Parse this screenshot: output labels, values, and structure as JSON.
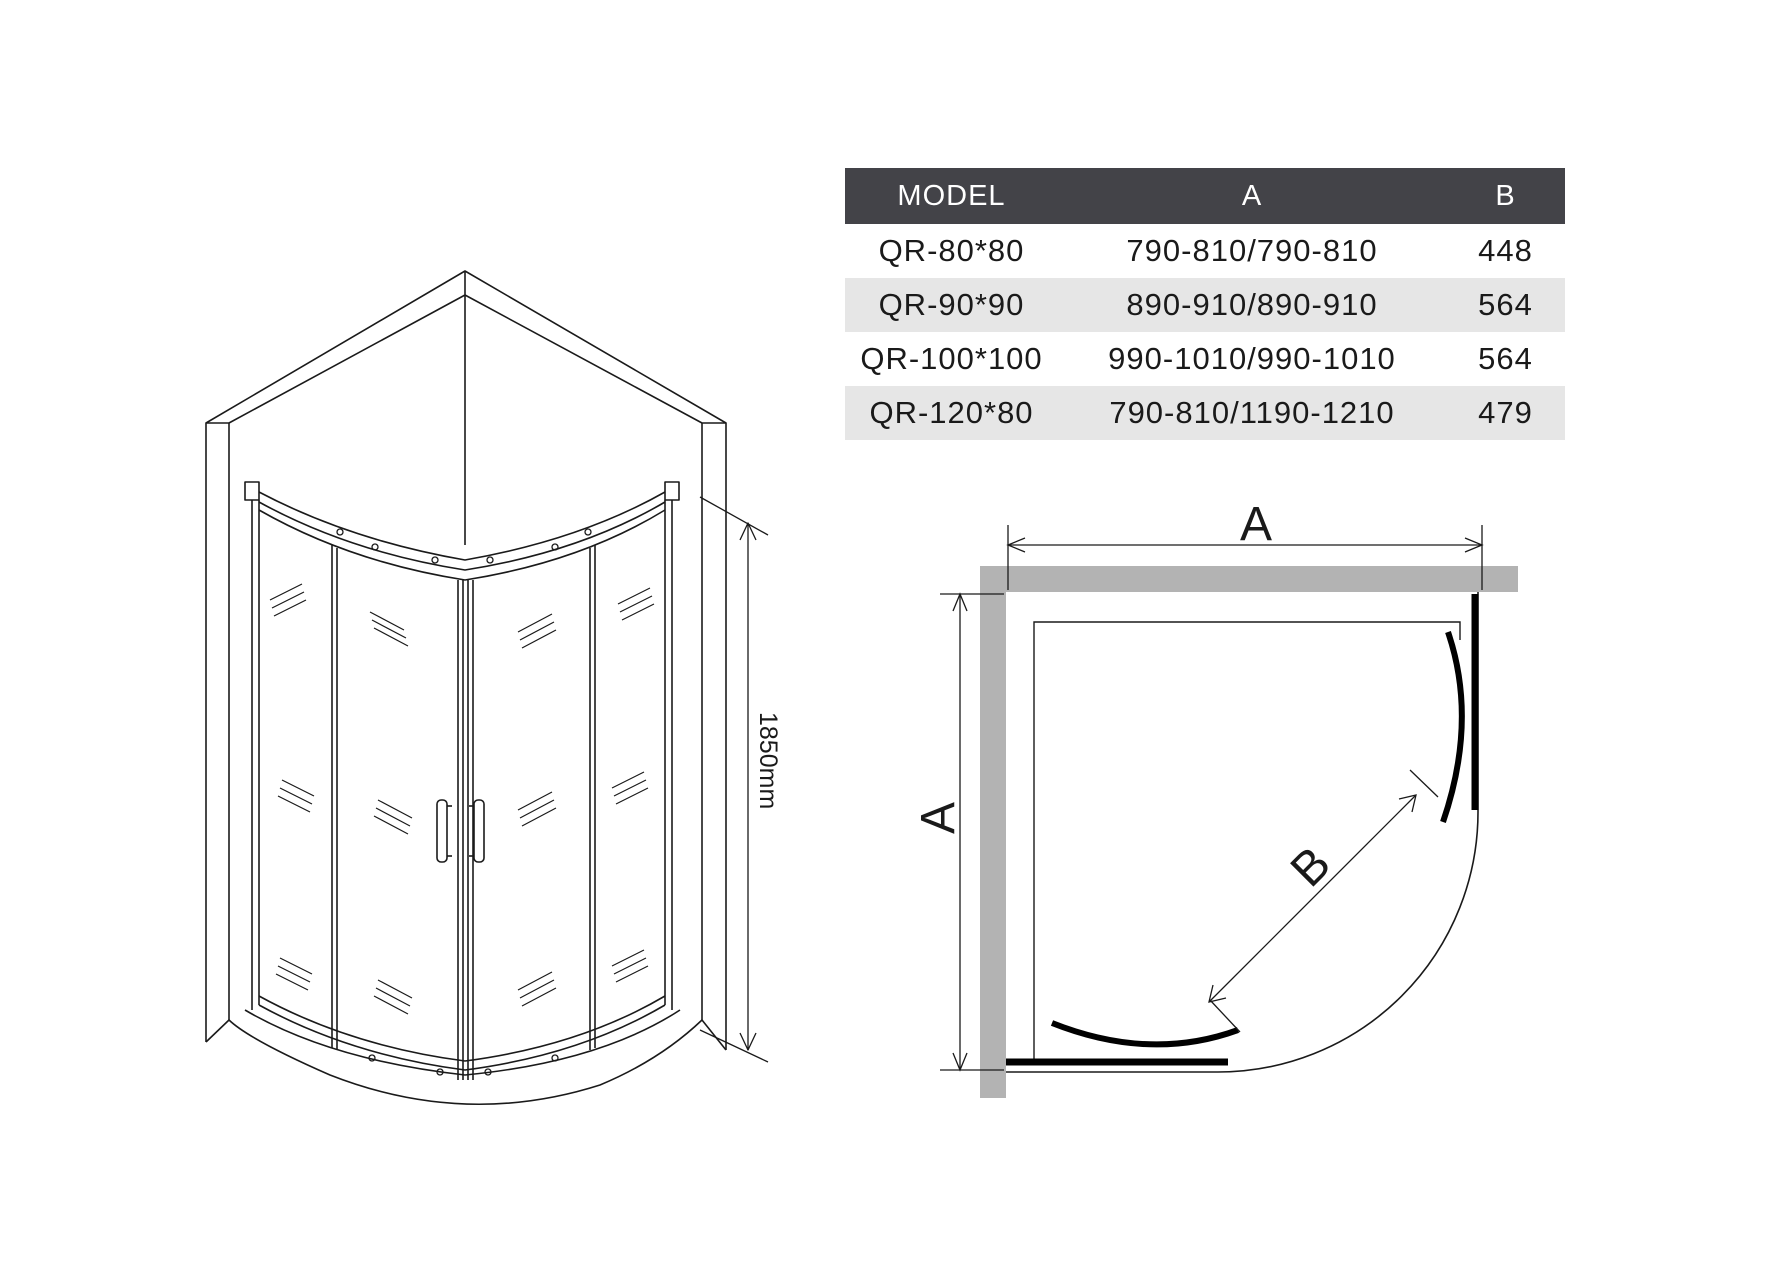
{
  "table": {
    "headers": [
      "MODEL",
      "A",
      "B"
    ],
    "rows": [
      [
        "QR-80*80",
        "790-810/790-810",
        "448"
      ],
      [
        "QR-90*90",
        "890-910/890-910",
        "564"
      ],
      [
        "QR-100*100",
        "990-1010/990-1010",
        "564"
      ],
      [
        "QR-120*80",
        "790-810/1190-1210",
        "479"
      ]
    ],
    "header_color": "#434348",
    "stripe_color": "#e6e6e6"
  },
  "iso_view": {
    "height_label": "1850mm"
  },
  "plan_view": {
    "width_label": "A",
    "depth_label": "A",
    "diagonal_label": "B",
    "wall_color": "#b3b3b3"
  }
}
